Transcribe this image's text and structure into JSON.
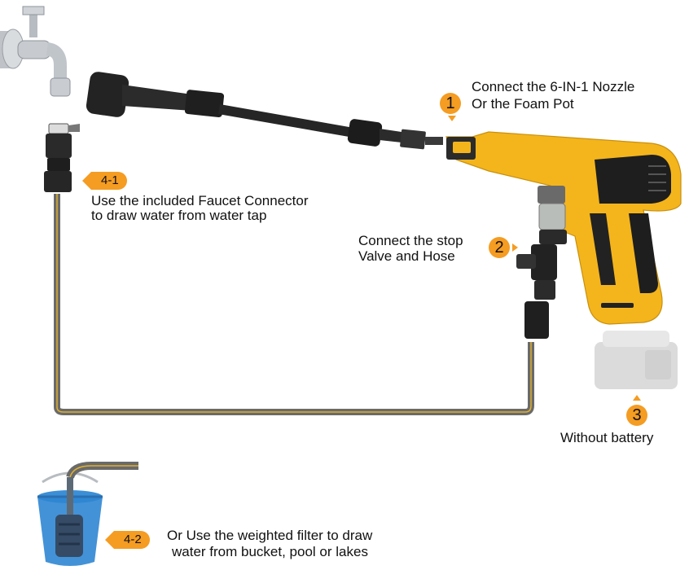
{
  "steps": {
    "s1": {
      "badge": "1",
      "line1": "Connect the 6-IN-1 Nozzle",
      "line2": "Or the Foam Pot"
    },
    "s2": {
      "badge": "2",
      "line1": "Connect the stop",
      "line2": "Valve and Hose"
    },
    "s3": {
      "badge": "3",
      "line1": "Without battery"
    },
    "s41": {
      "tag": "4-1",
      "line1": "Use the included Faucet Connector",
      "line2": "to draw water from water tap"
    },
    "s42": {
      "tag": "4-2",
      "line1": "Or Use the weighted filter to draw",
      "line2": "water from bucket, pool or lakes"
    }
  },
  "colors": {
    "accent": "#f59c22",
    "gun_yellow": "#f4b51c",
    "dark": "#1e1e1e",
    "hose": "#6a6a6a"
  },
  "icons": [
    "faucet-icon",
    "spray-lance-icon",
    "pressure-washer-gun-icon",
    "stop-valve-icon",
    "faucet-connector-icon",
    "battery-icon",
    "bucket-icon",
    "weighted-filter-icon",
    "hose-icon"
  ]
}
